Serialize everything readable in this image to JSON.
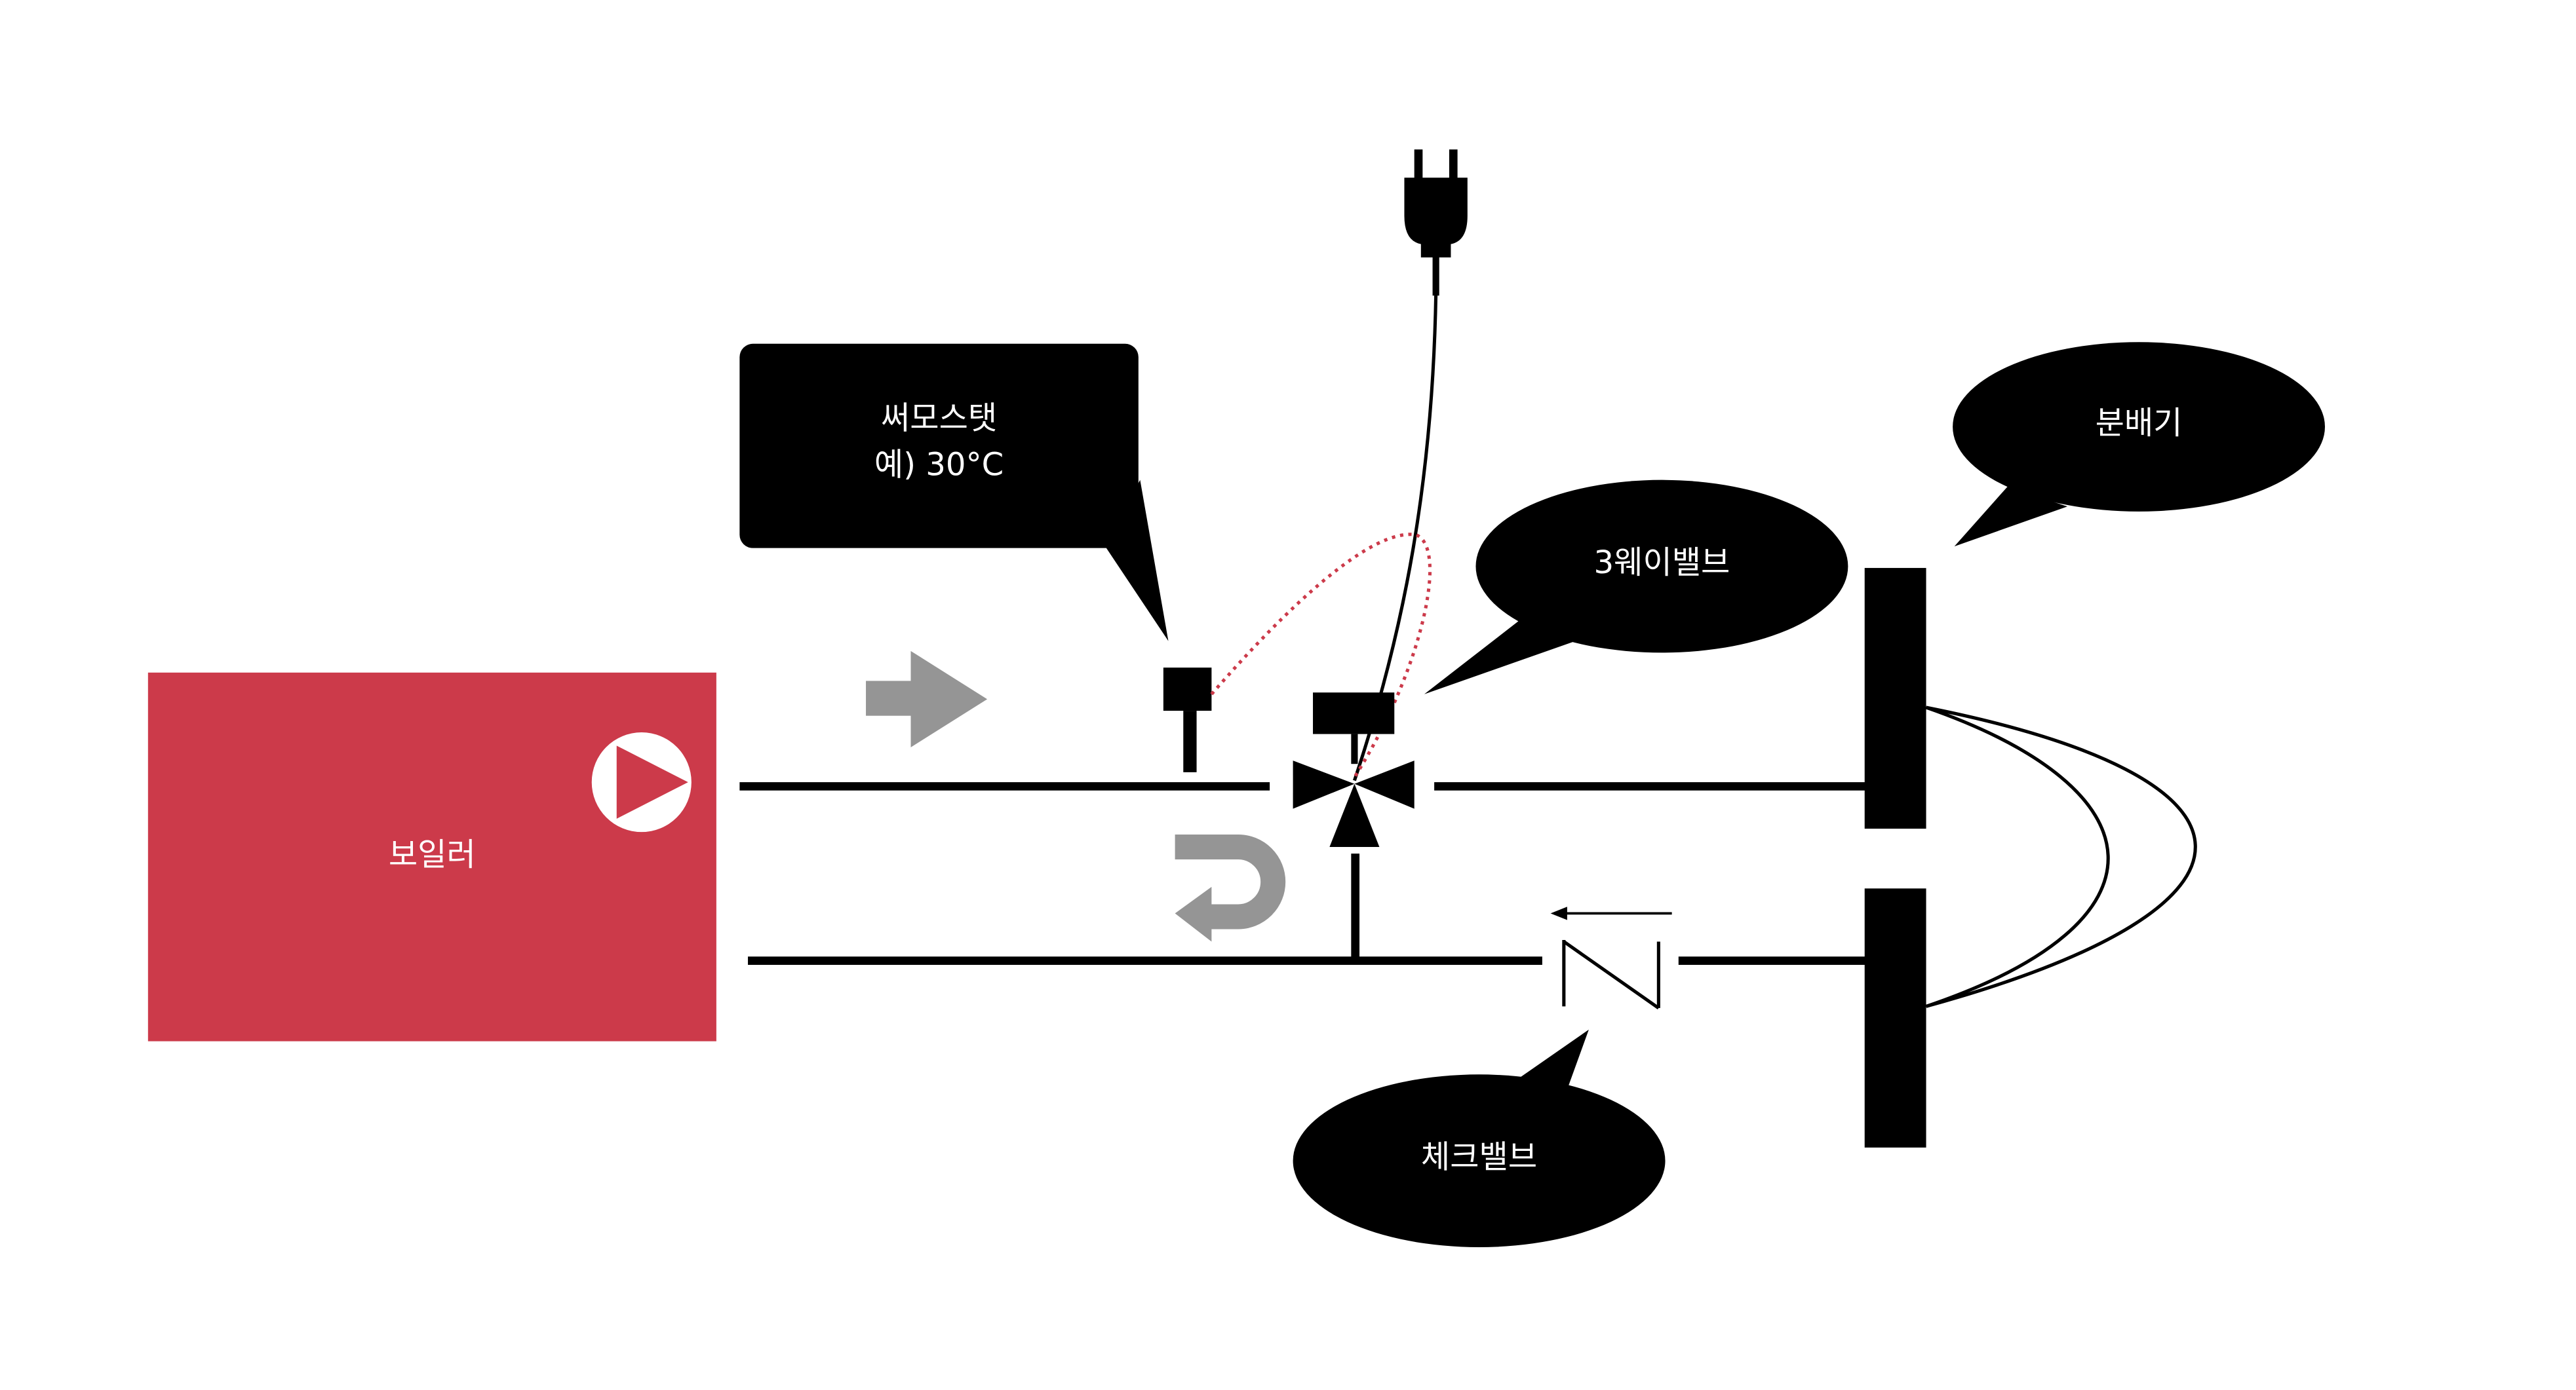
{
  "colors": {
    "boiler": "#cc3a4a",
    "flow_arrow": "#959595",
    "pipe": "#000000",
    "sensor_wire": "#cc3a4a"
  },
  "boiler": {
    "label": "보일러"
  },
  "thermostat": {
    "line1": "써모스탯",
    "line2": "예) 30°C"
  },
  "three_way_valve": {
    "label": "3웨이밸브"
  },
  "distributor": {
    "label": "분배기"
  },
  "check_valve": {
    "label": "체크밸브"
  },
  "icons": [
    "pump-icon",
    "power-plug-icon",
    "flow-arrow-right-icon",
    "return-arrow-icon",
    "flow-direction-arrow-icon"
  ]
}
